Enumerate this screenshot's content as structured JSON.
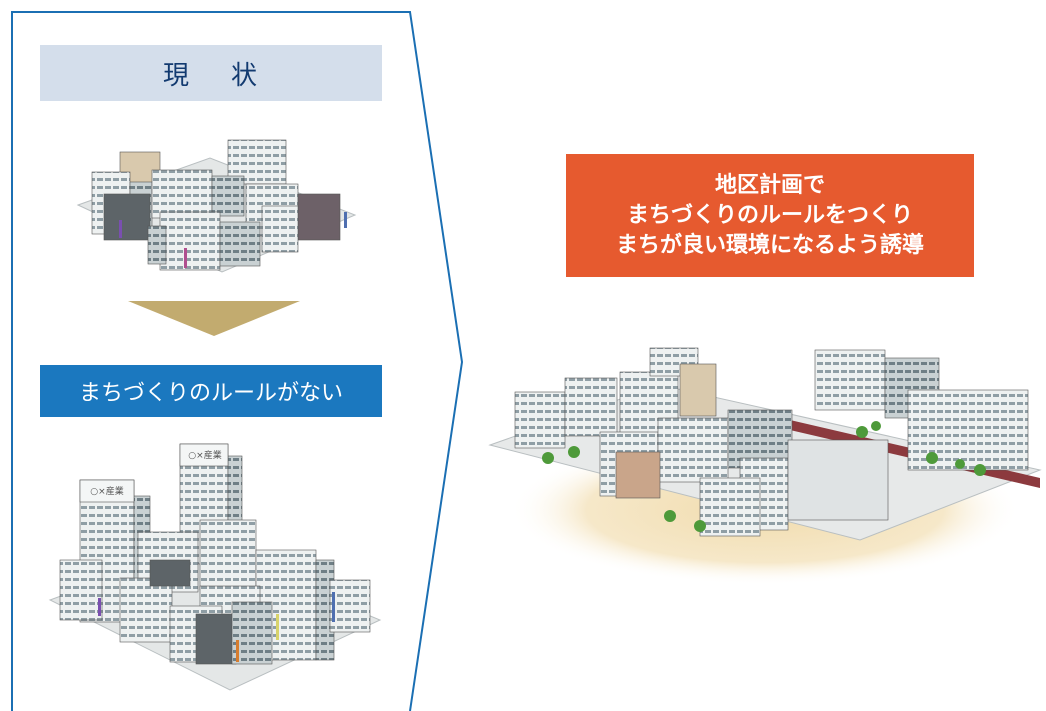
{
  "current_panel": {
    "title_left": "現",
    "title_right": "状",
    "no_rules_label": "まちづくりのルールがない",
    "sign_text": "○×産業"
  },
  "plan_panel": {
    "lines": [
      "地区計画で",
      "まちづくりのルールをつくり",
      "まちが良い環境になるよう誘導"
    ]
  },
  "colors": {
    "frame_line": "#1b6fb3",
    "title_bg": "#d4deeb",
    "label_bg": "#1b78bf",
    "plan_bg": "#e65a2f",
    "arrow": "#c2ab6f",
    "ground": "#f1dcae",
    "road": "#8c3a3e"
  }
}
